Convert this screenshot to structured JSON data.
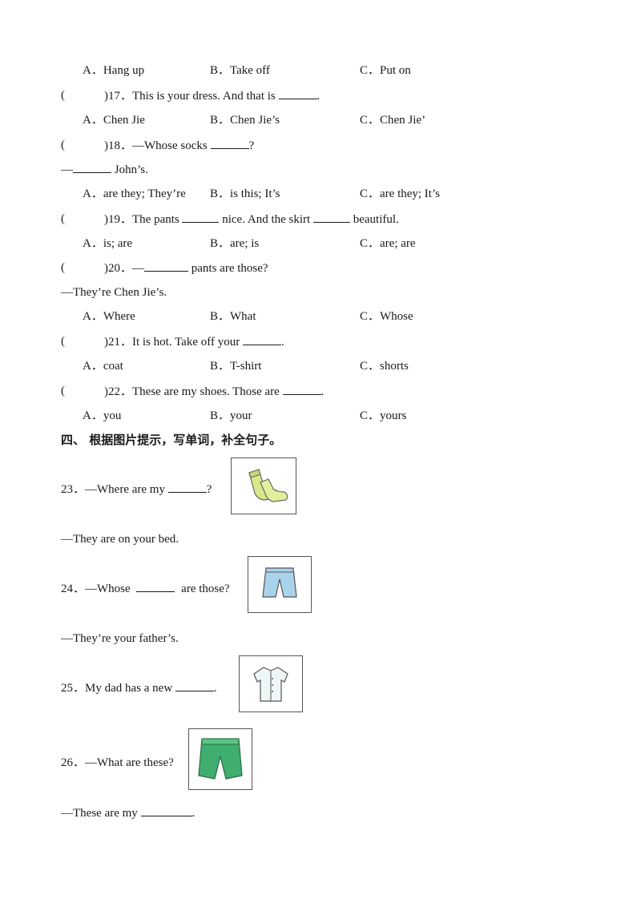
{
  "q16_options": {
    "a": "A．Hang up",
    "b": "B．Take off",
    "c": "C．Put on"
  },
  "q17": {
    "paren": "(",
    "paren_close": ")17．",
    "text": "This is your dress. And that is",
    "end": ".",
    "options": {
      "a": "A．Chen Jie",
      "b": "B．Chen Jie’s",
      "c": "C．Chen Jie’"
    }
  },
  "q18": {
    "paren": "(",
    "paren_close": ")18．",
    "text": "—Whose socks",
    "end": "?",
    "answer_prefix": "—",
    "answer_text": "John’s.",
    "options": {
      "a": "A．are they; They’re",
      "b": "B．is this; It’s",
      "c": "C．are they; It’s"
    }
  },
  "q19": {
    "paren": "(",
    "paren_close": ")19．",
    "text_1": "The pants",
    "text_2": "nice. And the skirt",
    "text_3": "beautiful.",
    "options": {
      "a": "A．is; are",
      "b": "B．are; is",
      "c": "C．are; are"
    }
  },
  "q20": {
    "paren": "(",
    "paren_close": ")20．",
    "text_prefix": "—",
    "text": "pants are those?",
    "answer": "—They’re Chen Jie’s.",
    "options": {
      "a": "A．Where",
      "b": "B．What",
      "c": "C．Whose"
    }
  },
  "q21": {
    "paren": "(",
    "paren_close": ")21．",
    "text": "It is hot. Take off your",
    "end": ".",
    "options": {
      "a": "A．coat",
      "b": "B．T-shirt",
      "c": "C．shorts"
    }
  },
  "q22": {
    "paren": "(",
    "paren_close": ")22．",
    "text": "These are my shoes. Those are",
    "end": ".",
    "options": {
      "a": "A．you",
      "b": "B．your",
      "c": "C．yours"
    }
  },
  "section4": {
    "title": "四、 根据图片提示，写单词，补全句子。"
  },
  "q23": {
    "num": "23．",
    "text": "—Where are my",
    "end": "?",
    "answer": "—They are on your bed.",
    "icon": "socks-icon"
  },
  "q24": {
    "num": "24．",
    "text": "—Whose",
    "text_2": "are those?",
    "answer": "—They’re your father’s.",
    "icon": "shorts-icon"
  },
  "q25": {
    "num": "25．",
    "text": "My dad has a new",
    "end": ".",
    "icon": "shirt-icon"
  },
  "q26": {
    "num": "26．",
    "text": "—What are these?",
    "answer_text": "—These are my",
    "end": ".",
    "icon": "green-shorts-icon"
  }
}
